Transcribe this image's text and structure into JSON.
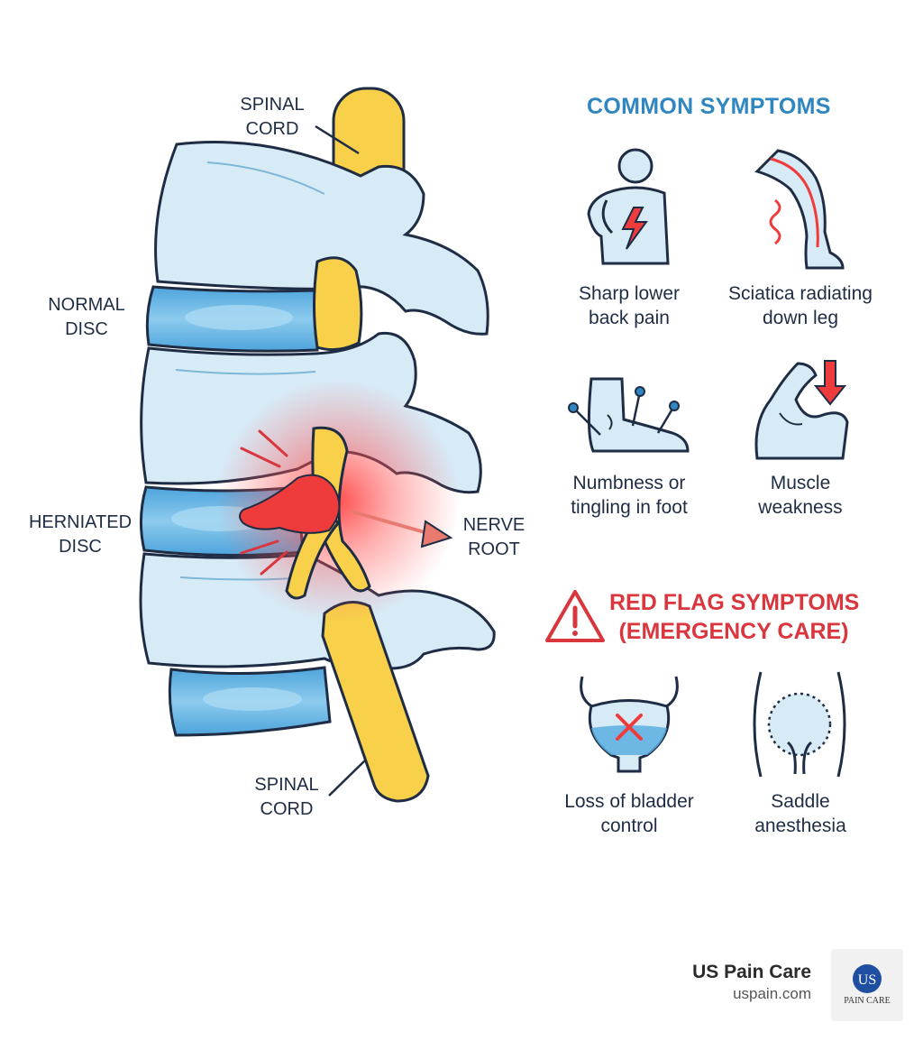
{
  "spine": {
    "labels": {
      "spinal_cord_top": [
        "SPINAL",
        "CORD"
      ],
      "normal_disc": [
        "NORMAL",
        "DISC"
      ],
      "herniated_disc": [
        "HERNIATED",
        "DISC"
      ],
      "nerve_root": [
        "NERVE",
        "ROOT"
      ],
      "spinal_cord_bottom": [
        "SPINAL",
        "CORD"
      ]
    }
  },
  "common_symptoms": {
    "heading": "COMMON SYMPTOMS",
    "items": [
      {
        "icon": "lower-back-pain-icon",
        "lines": [
          "Sharp lower",
          "back pain"
        ]
      },
      {
        "icon": "leg-sciatica-icon",
        "lines": [
          "Sciatica radiating",
          "down leg"
        ]
      },
      {
        "icon": "foot-numbness-icon",
        "lines": [
          "Numbness or",
          "tingling in foot"
        ]
      },
      {
        "icon": "muscle-weakness-icon",
        "lines": [
          "Muscle",
          "weakness"
        ]
      }
    ]
  },
  "red_flag": {
    "heading": [
      "RED FLAG SYMPTOMS",
      "(EMERGENCY CARE)"
    ],
    "items": [
      {
        "icon": "bladder-icon",
        "lines": [
          "Loss of bladder",
          "control"
        ]
      },
      {
        "icon": "saddle-area-icon",
        "lines": [
          "Saddle",
          "anesthesia"
        ]
      }
    ]
  },
  "brand": {
    "name": "US Pain Care",
    "url": "uspain.com",
    "logo_letters": "US",
    "logo_text": "PAIN CARE"
  },
  "colors": {
    "bone": "#d7ebf7",
    "outline": "#1f2d44",
    "disc": "#5aaee0",
    "cord": "#f8d04a",
    "herniation": "#ef3b3b",
    "accent_blue": "#2f86c0",
    "accent_red": "#d9363e"
  }
}
